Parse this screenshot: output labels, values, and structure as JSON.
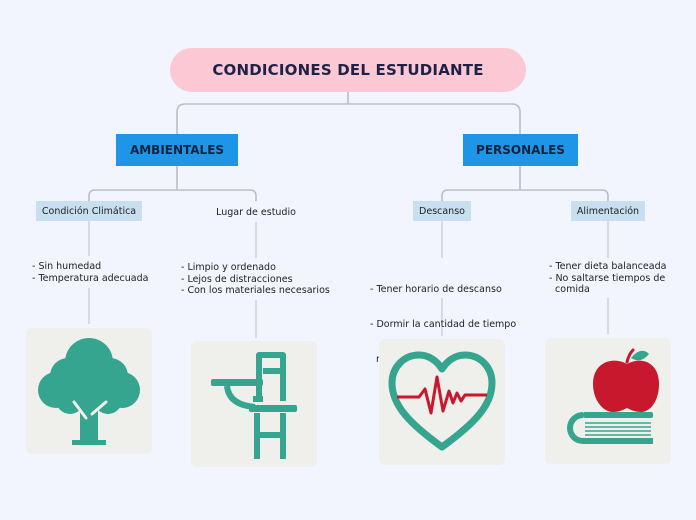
{
  "root": {
    "title": "CONDICIONES DEL ESTUDIANTE"
  },
  "branches": {
    "ambientales": {
      "label": "AMBIENTALES",
      "children": {
        "clima": {
          "label": "Condición Climática",
          "notes": [
            "- Sin humedad",
            "- Temperatura adecuada"
          ],
          "image_icon": "tree-icon"
        },
        "lugar": {
          "label": "Lugar de estudio",
          "notes": [
            "- Limpio y ordenado",
            "- Lejos de distracciones",
            "- Con los materiales necesarios"
          ],
          "image_icon": "school-desk-icon"
        }
      }
    },
    "personales": {
      "label": "PERSONALES",
      "children": {
        "descanso": {
          "label": "Descanso",
          "notes": [
            "- Tener horario de descanso",
            "- Dormir la cantidad de tiempo",
            "  necesario"
          ],
          "image_icon": "heartbeat-icon"
        },
        "alimentacion": {
          "label": "Alimentación",
          "notes": [
            "- Tener dieta balanceada",
            "- No saltarse tiempos de",
            "  comida"
          ],
          "image_icon": "apple-on-book-icon"
        }
      }
    }
  },
  "colors": {
    "background": "#f2f5fd",
    "root_fill": "#fbc8d3",
    "branch_fill": "#1f95e8",
    "child_fill": "#c8dff0",
    "connector": "#b9bec6",
    "icon_teal": "#35a58f",
    "icon_red": "#c8182e",
    "card_fill": "#efefec"
  }
}
